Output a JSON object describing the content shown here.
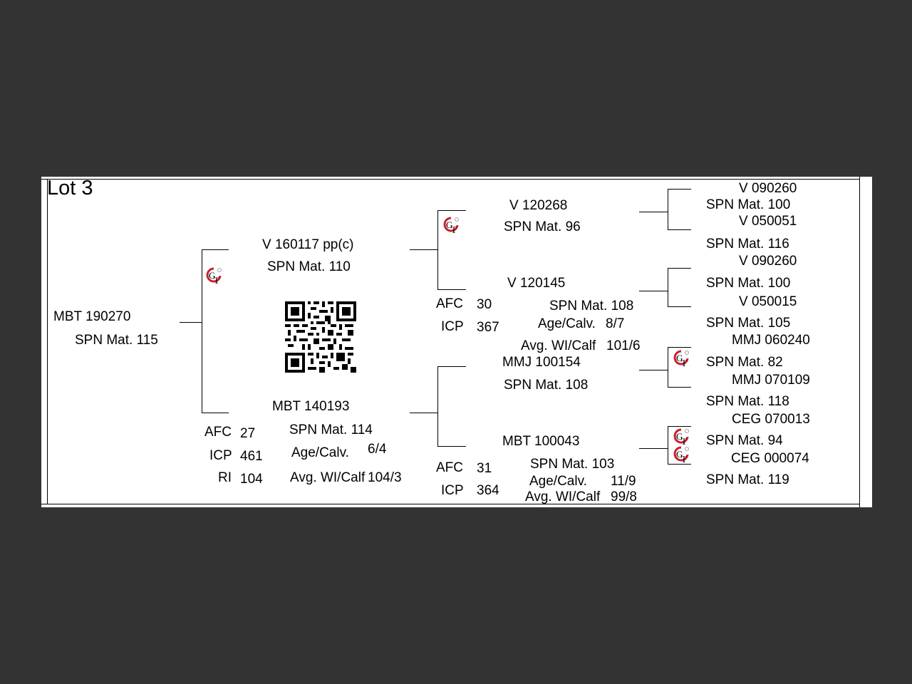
{
  "lot_title": "Lot 3",
  "subject": {
    "id": "MBT 190270",
    "spn": "SPN Mat. 115"
  },
  "sire": {
    "id": "V   160117  pp(c)",
    "spn": "SPN Mat. 110",
    "sire": {
      "id": "V   120268",
      "spn": "SPN Mat. 96",
      "sire": {
        "id": "V   090260",
        "spn": "SPN Mat. 100"
      },
      "dam": {
        "id": "V   050051",
        "spn": "SPN Mat. 116"
      }
    },
    "dam": {
      "id": "V   120145",
      "spn": "SPN Mat. 108",
      "afc_label": "AFC",
      "afc": "30",
      "icp_label": "ICP",
      "icp": "367",
      "age_calv_label": "Age/Calv.",
      "age_calv": "8/7",
      "avg_wi_label": "Avg. WI/Calf",
      "avg_wi": "101/6",
      "sire": {
        "id": "V   090260",
        "spn": "SPN Mat. 100"
      },
      "dam": {
        "id": "V   050015",
        "spn": "SPN Mat. 105"
      }
    }
  },
  "dam": {
    "id": "MBT 140193",
    "spn": "SPN Mat. 114",
    "afc_label": "AFC",
    "afc": "27",
    "icp_label": "ICP",
    "icp": "461",
    "ri_label": "RI",
    "ri": "104",
    "age_calv_label": "Age/Calv.",
    "age_calv": "6/4",
    "avg_wi_label": "Avg. WI/Calf",
    "avg_wi": "104/3",
    "sire": {
      "id": "MMJ 100154",
      "spn": "SPN Mat. 108",
      "sire": {
        "id": "MMJ 060240",
        "spn": "SPN Mat. 82"
      },
      "dam": {
        "id": "MMJ 070109",
        "spn": "SPN Mat. 118"
      }
    },
    "dam": {
      "id": "MBT 100043",
      "spn": "SPN Mat. 103",
      "afc_label": "AFC",
      "afc": "31",
      "icp_label": "ICP",
      "icp": "364",
      "age_calv_label": "Age/Calv.",
      "age_calv": "11/9",
      "avg_wi_label": "Avg. WI/Calf",
      "avg_wi": "99/8",
      "sire": {
        "id": "CEG 070013",
        "spn": "SPN Mat. 94"
      },
      "dam": {
        "id": "CEG 000074",
        "spn": "SPN Mat. 119"
      }
    }
  },
  "icons": {
    "genotype_badge": "gt-logo-icon",
    "qr": "qr-code-icon"
  },
  "colors": {
    "badge_red": "#cc1f2d",
    "page_bg": "#333333",
    "paper": "#ffffff"
  }
}
